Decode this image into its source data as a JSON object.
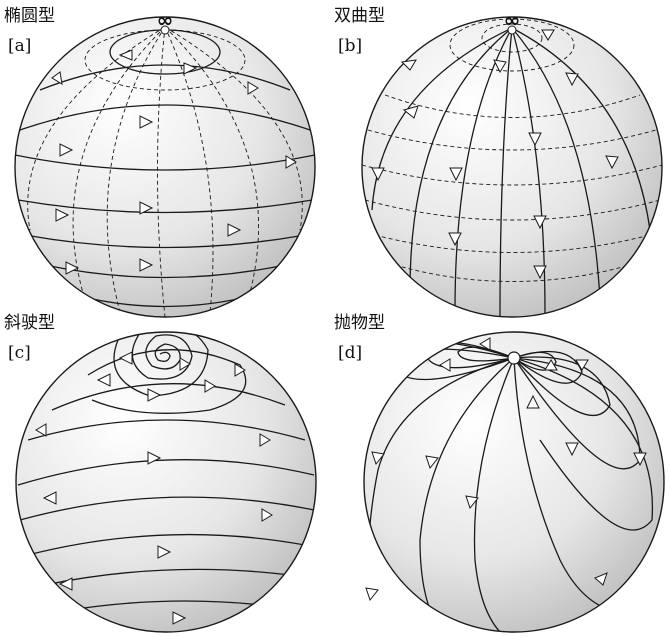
{
  "panels": [
    {
      "title": "椭圆型",
      "tag": "[a]",
      "marker": "∞"
    },
    {
      "title": "双曲型",
      "tag": "[b]",
      "marker": "∞"
    },
    {
      "title": "斜驶型",
      "tag": "[c]"
    },
    {
      "title": "抛物型",
      "tag": "[d]"
    }
  ],
  "colors": {
    "sphere_light": "#ffffff",
    "sphere_dark": "#b8b8b8",
    "line": "#1a1a1a"
  }
}
